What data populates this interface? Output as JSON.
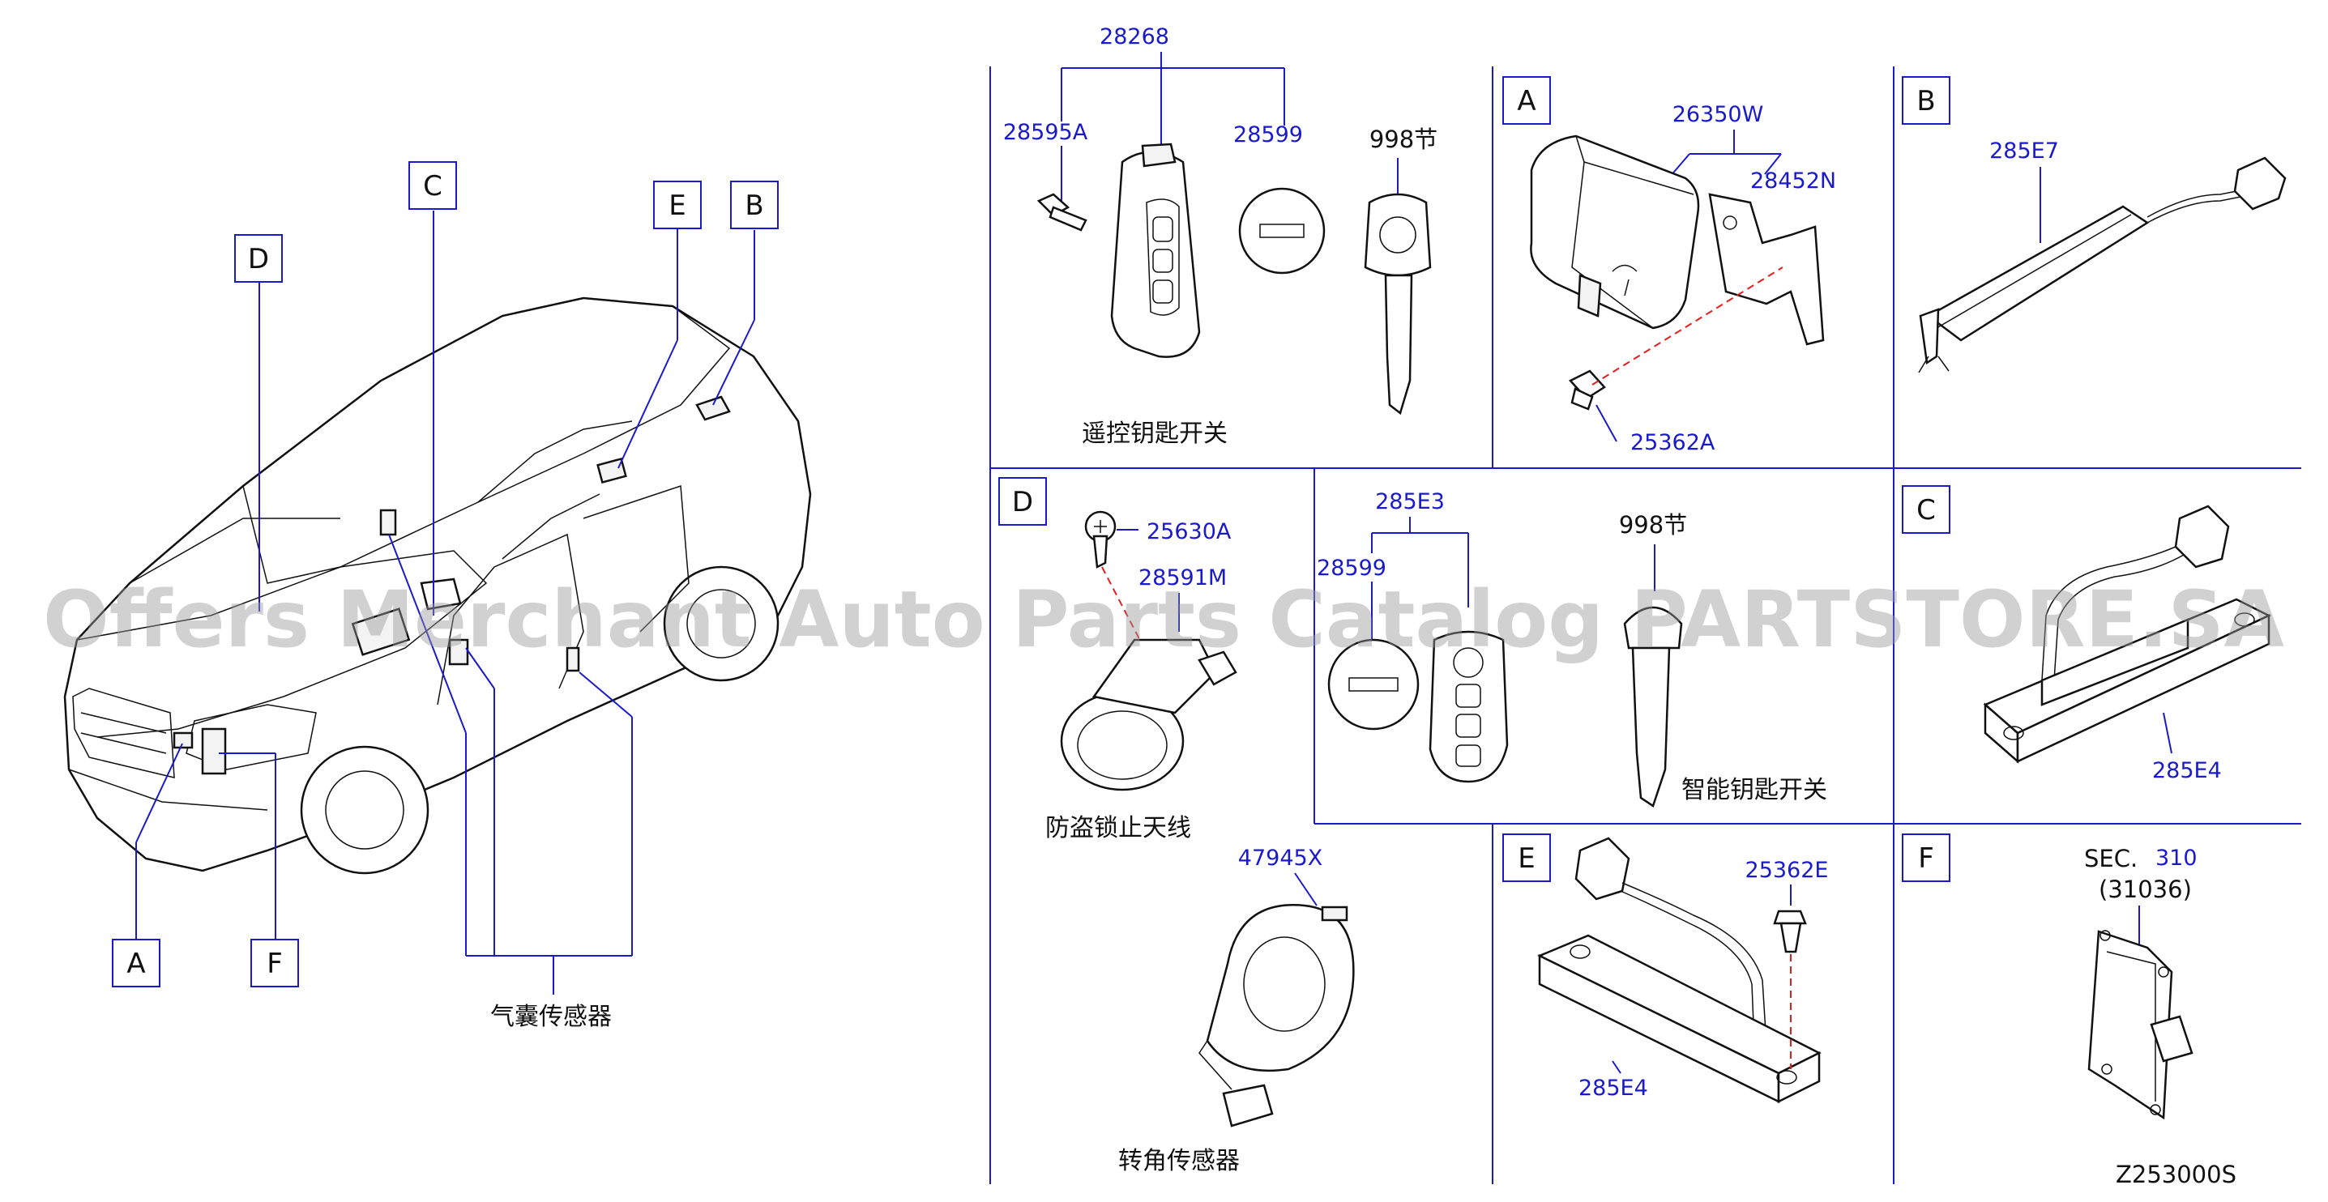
{
  "overview": {
    "labels": {
      "a": "A",
      "b": "B",
      "c": "C",
      "d": "D",
      "e": "E",
      "f": "F"
    },
    "airbag_sensor_caption": "气囊传感器"
  },
  "remote_key": {
    "assembly": "28268",
    "parts": [
      "28595A",
      "28599"
    ],
    "key_blank": "998节",
    "caption": "遥控钥匙开关"
  },
  "section_a": {
    "label": "A",
    "parts": [
      "26350W",
      "28452N",
      "25362A"
    ]
  },
  "section_b": {
    "label": "B",
    "parts": [
      "285E7"
    ]
  },
  "section_c": {
    "label": "C",
    "parts": [
      "285E4"
    ]
  },
  "section_d": {
    "label": "D",
    "parts": [
      "25630A",
      "28591M",
      "47945X"
    ],
    "antenna_caption": "防盗锁止天线",
    "steering_caption": "转角传感器"
  },
  "smart_key": {
    "assembly": "285E3",
    "parts": [
      "28599"
    ],
    "key_blank": "998节",
    "caption": "智能钥匙开关"
  },
  "section_e": {
    "label": "E",
    "parts": [
      "25362E",
      "285E4"
    ]
  },
  "section_f": {
    "label": "F",
    "sec_prefix": "SEC.",
    "sec_number": "310",
    "sub_ref": "(31036)"
  },
  "diagram_code": "Z253000S",
  "watermark": "Offers Merchant Auto Parts Catalog PARTSTORE.SA"
}
